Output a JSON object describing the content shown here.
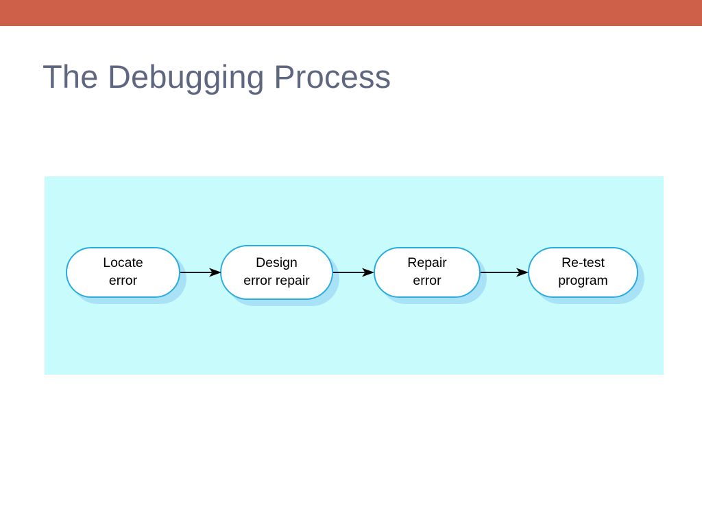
{
  "slide": {
    "title": "The Debugging Process",
    "accent_bar_color": "#ce5f48",
    "title_color": "#5f6780",
    "background_color": "#ffffff"
  },
  "diagram": {
    "panel_color": "#c8fbfb",
    "node_fill": "#ffffff",
    "node_border_color": "#2aabe0",
    "node_shadow_color": "#a9e2f6",
    "node_text_color": "#000000",
    "arrow_color": "#000000",
    "flow_direction": "left-to-right",
    "nodes": [
      {
        "id": "locate-error",
        "line1": "Locate",
        "line2": "error"
      },
      {
        "id": "design-error-repair",
        "line1": "Design",
        "line2": "error repair"
      },
      {
        "id": "repair-error",
        "line1": "Repair",
        "line2": "error"
      },
      {
        "id": "re-test-program",
        "line1": "Re-test",
        "line2": "program"
      }
    ],
    "connectors": [
      {
        "id": "arrow-1",
        "from": "locate-error",
        "to": "design-error-repair"
      },
      {
        "id": "arrow-2",
        "from": "design-error-repair",
        "to": "repair-error"
      },
      {
        "id": "arrow-3",
        "from": "repair-error",
        "to": "re-test-program"
      }
    ]
  }
}
